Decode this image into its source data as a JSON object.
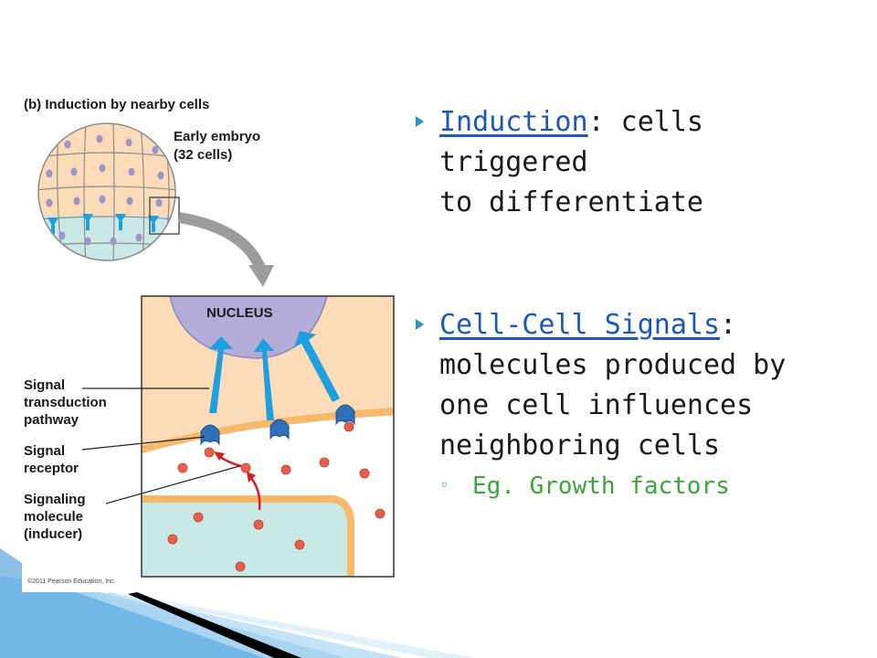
{
  "figure": {
    "title": "(b) Induction by nearby cells",
    "embryo_label_line1": "Early embryo",
    "embryo_label_line2": "(32 cells)",
    "nucleus_label": "NUCLEUS",
    "callouts": [
      {
        "lines": [
          "Signal",
          "transduction",
          "pathway"
        ]
      },
      {
        "lines": [
          "Signal",
          "receptor"
        ]
      },
      {
        "lines": [
          "Signaling",
          "molecule",
          "(inducer)"
        ]
      }
    ],
    "copyright": "©2011 Pearson Education, Inc."
  },
  "bullets": [
    {
      "term": "Induction",
      "rest_line1": ": cells triggered",
      "rest_lines": [
        "to differentiate"
      ]
    },
    {
      "term": "Cell-Cell Signals",
      "rest_line1": ":",
      "rest_lines": [
        "molecules produced by",
        "one cell influences",
        "neighboring cells"
      ],
      "sub": "Eg. Growth factors"
    }
  ],
  "colors": {
    "bullet_marker": "#2e8ec9",
    "term_link": "#1b57b8",
    "sub_text": "#3aa63a",
    "cell_fill": "#fcdcb8",
    "cell_lower": "#c9e8e6",
    "membrane": "#f7b86a",
    "nucleus": "#b3acd8",
    "arrow": "#1f9fe0",
    "inducer": "#e8604a"
  }
}
